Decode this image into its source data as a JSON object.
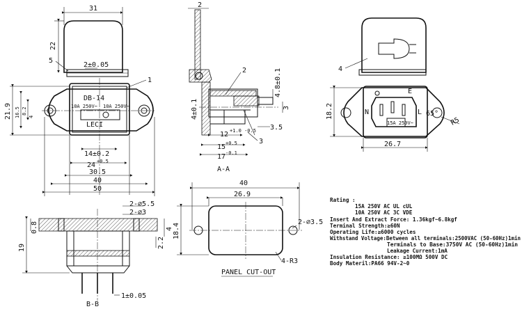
{
  "front_view": {
    "dim_top": "31",
    "dim_lid_height": "22",
    "dim_pin_offset": "2±0.05",
    "callout_5": "5",
    "callout_1": "1",
    "dim_21_9": "21.9",
    "dim_16_5": "16.5",
    "dim_8_2": "8.2",
    "dim_4": "4",
    "dim_14": "14±0.2",
    "dim_24": "24",
    "dim_24_tol": "+0.5",
    "dim_30_5": "30.5",
    "dim_40": "40",
    "dim_50": "50",
    "brand_model": "DB-14",
    "brand_name": "LECI",
    "rating_left": "10A 250V~",
    "rating_right": "10A 250V~"
  },
  "section_aa": {
    "dim_top": "2",
    "callout_2": "2",
    "callout_3": "3",
    "dim_4_8": "4.8±0.1",
    "dim_4_side": "4±0.1",
    "dim_3": "3",
    "dim_3_5": "3.5",
    "dim_12": "12",
    "dim_12_tol": "+1.0 -0.5",
    "dim_15": "15",
    "dim_15_tol": "+0.5",
    "dim_17": "17",
    "dim_17_tol": "-0.1",
    "title": "A-A"
  },
  "right_view": {
    "callout_4": "4",
    "dim_18_2": "18.2",
    "dim_26_7": "26.7",
    "dim_r5": "R5",
    "angle": "65°",
    "label_n": "N",
    "label_l": "L",
    "label_e": "E",
    "rating": "15A 250V~"
  },
  "section_bb": {
    "dim_5_5": "2-∅5.5",
    "dim_3": "2-∅3",
    "dim_0_8": "0.8",
    "dim_19": "19",
    "dim_4": "4",
    "dim_2_2": "2.2",
    "dim_1": "1±0.05",
    "title": "B-B"
  },
  "panel_cutout": {
    "dim_40": "40",
    "dim_26_9": "26.9",
    "dim_18_4": "18.4",
    "dim_hole": "2-∅3.5",
    "dim_corner": "4-R3",
    "title": "PANEL CUT-OUT"
  },
  "specs": {
    "rating_label": "Rating :",
    "rating_ul": "15A 250V AC UL cUL",
    "rating_vde": "10A 250V AC 3C VDE",
    "insert_force": "Insert And Extract Force:   1.36kgf~6.8kgf",
    "terminal_strength": "Terminal  Strength:≥60N",
    "operating_life": "Operating Life:≥6000  cycles",
    "withstand_1": "Withstand Voltage:Between all terminals:2500VAC (50-60Hz)1min",
    "withstand_2": "Terminals to Base:3750V AC (50-60Hz)1min",
    "leakage": "Leakage Current:1mA",
    "insulation": "Insulation Resistance:  ≥100MΩ   500V DC",
    "body_material": "Body Materil:PA66    94V-2~0"
  }
}
